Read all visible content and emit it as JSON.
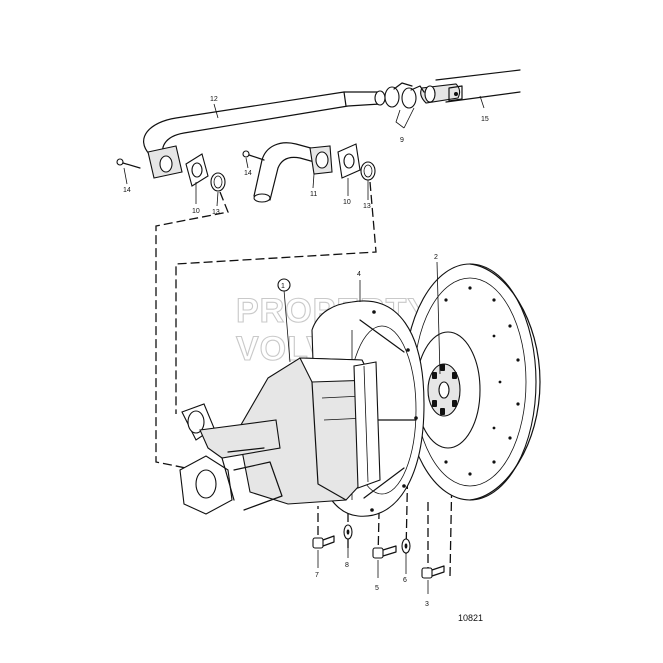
{
  "diagram": {
    "reference_number": "10821",
    "watermark_lines": [
      "PROPERTY OF",
      "VOLVO PENTA"
    ],
    "callouts": {
      "c1": "1",
      "c2": "2",
      "c3": "3",
      "c4": "4",
      "c5": "5",
      "c6": "6",
      "c7": "7",
      "c8": "8",
      "c9": "9",
      "c10a": "10",
      "c10b": "10",
      "c11": "11",
      "c12": "12",
      "c13a": "13",
      "c13b": "13",
      "c14a": "14",
      "c14b": "14",
      "c15": "15"
    }
  }
}
